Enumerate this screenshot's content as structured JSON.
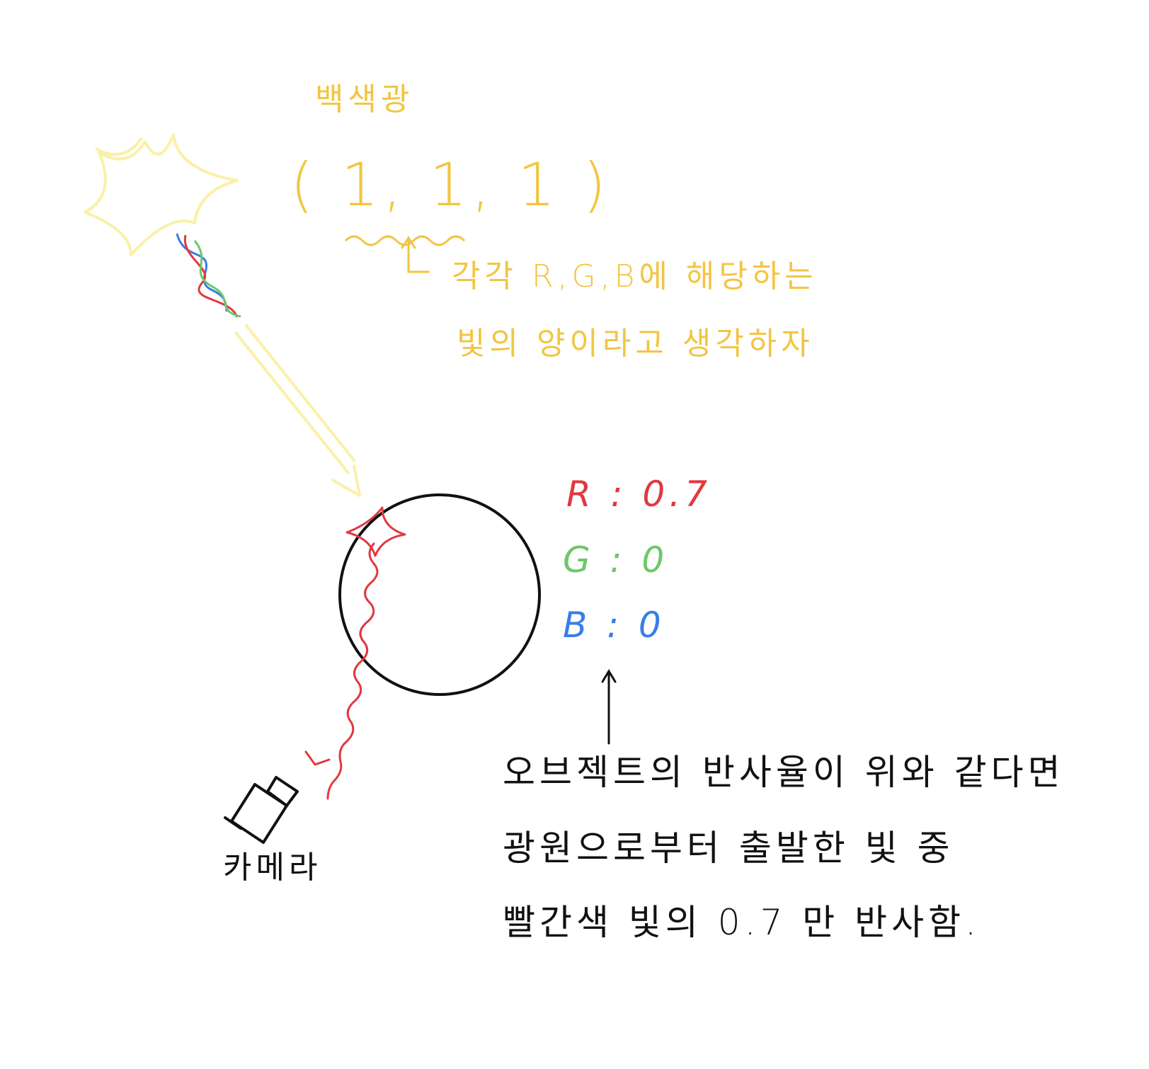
{
  "white_light": {
    "title": "백색광",
    "vector": "( 1, 1, 1 )",
    "note_line1": "각각 R,G,B에 해당하는",
    "note_line2": "빛의 양이라고 생각하자",
    "color": "#f2c542",
    "sun_color": "#faf0a8"
  },
  "reflectance": {
    "r": "R : 0.7",
    "g": "G : 0",
    "b": "B :  0",
    "r_color": "#e0393e",
    "g_color": "#6dc86a",
    "b_color": "#3a7de8"
  },
  "explanation": {
    "line1": "오브젝트의 반사율이 위와 같다면",
    "line2": "광원으로부터 출발한 빛 중",
    "line3": "빨간색 빛의 0.7 만 반사함."
  },
  "camera": {
    "label": "카메라"
  },
  "icons": {
    "sun": "sun-icon",
    "camera": "camera-icon"
  },
  "colors": {
    "ink": "#111111",
    "ray": "#e0393e",
    "incoming_arrow": "#faf0a8"
  }
}
